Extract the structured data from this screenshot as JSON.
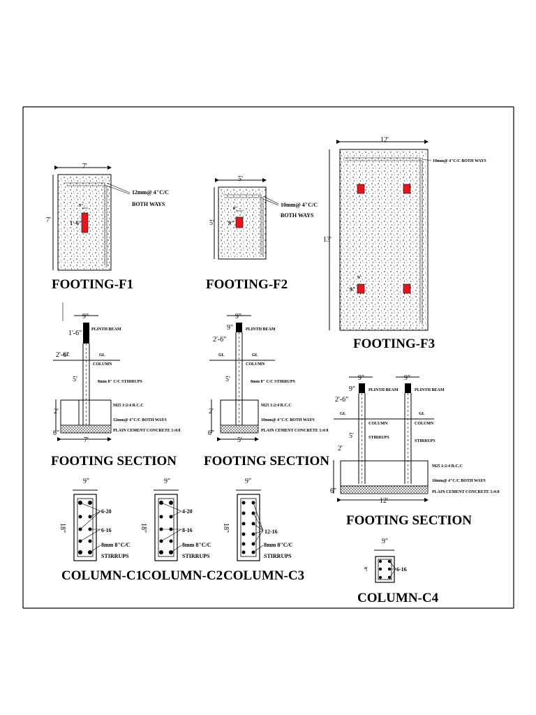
{
  "footings": {
    "f1": {
      "title": "FOOTING-F1",
      "width_dim": "7'",
      "height_dim": "7'",
      "col_w_dim": "9\"",
      "col_h_dim": "1'-6\"",
      "bar_line1": "12mm@ 4\"C/C",
      "bar_line2": "BOTH WAYS"
    },
    "f2": {
      "title": "FOOTING-F2",
      "width_dim": "5'",
      "height_dim": "5'",
      "col_w_dim": "9\"",
      "col_h_dim": "9\"",
      "bar_line1": "10mm@ 4\"C/C",
      "bar_line2": "BOTH WAYS"
    },
    "f3": {
      "title": "FOOTING-F3",
      "width_dim": "12'",
      "height_dim": "13'",
      "col_w_dim": "9\"",
      "col_h_dim": "9\"",
      "bar_note": "10mm@ 4\"C/C BOTH WAYS"
    }
  },
  "sections": {
    "s1": {
      "title": "FOOTING SECTION",
      "beam_w": "9\"",
      "beam_h": "1'-6\"",
      "depth_dim": "2'-6\"",
      "gl": "GL",
      "gl2": "GL",
      "col_h_dim": "5'",
      "pad_h_dim": "2'",
      "pcc_dim": "6\"",
      "base_w": "7'",
      "plinth": "PLINTH BEAM",
      "column": "COLUMN",
      "stirrups": "8mm 8\" C/C STIRRUPS",
      "rcc": "M25 1:2:4 R.C.C",
      "bars": "12mm@ 4\"C/C BOTH WAYS",
      "pcc": "PLAIN CEMENT CONCRETE 1:4:8"
    },
    "s2": {
      "title": "FOOTING SECTION",
      "beam_w": "9\"",
      "beam_h": "9\"",
      "depth_dim": "2'-6\"",
      "gl": "GL",
      "gl2": "GL",
      "col_h_dim": "5'",
      "pad_h_dim": "2'",
      "pcc_dim": "6\"",
      "base_w": "5'",
      "plinth": "PLINTH BEAM",
      "column": "COLUMN",
      "stirrups": "8mm 8\" C/C STIRRUPS",
      "rcc": "M25 1:2:4 R.C.C",
      "bars": "10mm@ 4\"C/C BOTH WAYS",
      "pcc": "PLAIN CEMENT CONCRETE 1:4:8"
    },
    "s3": {
      "title": "FOOTING SECTION",
      "beam_w1": "9\"",
      "beam_w2": "9\"",
      "beam_h": "9\"",
      "depth_dim": "2'-6\"",
      "gl1": "GL",
      "gl2": "GL",
      "col_h_dim": "5'",
      "pad_h_dim": "2'",
      "pcc_dim": "6\"",
      "base_w": "12'",
      "plinth1": "PLINTH BEAM",
      "plinth2": "PLINTH BEAM",
      "column1": "COLUMN",
      "column2": "COLUMN",
      "stirrups1": "STIRRUPS",
      "stirrups2": "STIRRUPS",
      "rcc": "M25 1:2:4 R.C.C",
      "bars": "10mm@ 4\"C/C BOTH WAYS",
      "pcc": "PLAIN CEMENT CONCRETE 1:4:8"
    }
  },
  "columns": {
    "c1": {
      "title": "COLUMN-C1",
      "w_dim": "9\"",
      "h_dim": "18\"",
      "bars1": "6-20",
      "bars2": "6-16",
      "stirrup1": "8mm 8\"C/C",
      "stirrup2": "STIRRUPS"
    },
    "c2": {
      "title": "COLUMN-C2",
      "w_dim": "9\"",
      "h_dim": "18\"",
      "bars1": "4-20",
      "bars2": "8-16",
      "stirrup1": "8mm 8\"C/C",
      "stirrup2": "STIRRUPS"
    },
    "c3": {
      "title": "COLUMN-C3",
      "w_dim": "9\"",
      "h_dim": "18\"",
      "bars1": "12-16",
      "stirrup1": "8mm 8\"C/C",
      "stirrup2": "STIRRUPS"
    },
    "c4": {
      "title": "COLUMN-C4",
      "w_dim": "9\"",
      "h_dim": "9\"",
      "bars1": "6-16"
    }
  },
  "colors": {
    "column_red": "#e8141b",
    "ink": "#000000",
    "plinth_black": "#000000"
  }
}
